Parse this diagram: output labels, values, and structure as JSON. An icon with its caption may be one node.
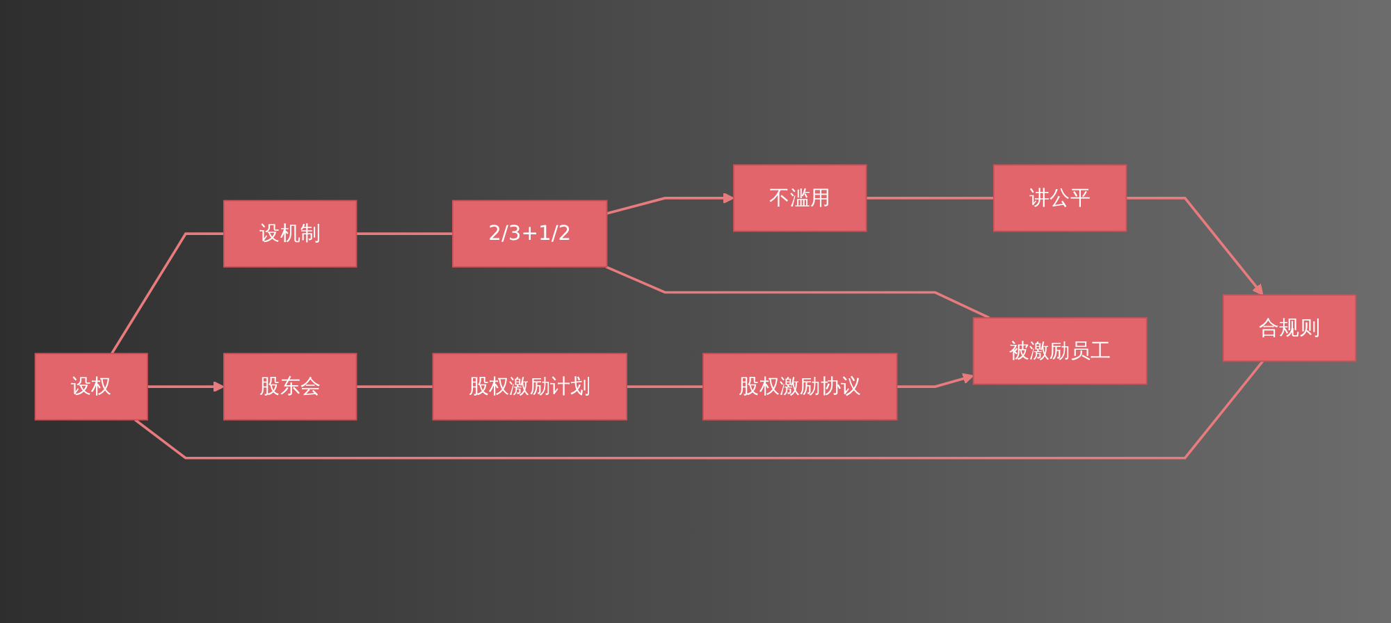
{
  "diagram": {
    "nodes": [
      {
        "text": [
          "合规则"
        ]
      },
      {
        "text": [
          "讲公平"
        ]
      },
      {
        "text": [
          "不滥用"
        ]
      },
      {
        "text": [
          "设权"
        ]
      },
      {
        "text": [
          "设机制"
        ]
      },
      {
        "text": [
          "2/3+1/2"
        ]
      },
      {
        "text": [
          "股东会"
        ]
      },
      {
        "text": [
          "股权激励计划"
        ]
      },
      {
        "text": [
          "股权激励协议"
        ]
      },
      {
        "text": [
          "被激励员工"
        ]
      }
    ],
    "edges": [
      {
        "from": 1,
        "to": 0,
        "arrow": "to"
      },
      {
        "from": 2,
        "to": 1,
        "arrow": "none"
      },
      {
        "from": 3,
        "to": 0,
        "arrow": "none"
      },
      {
        "from": 3,
        "to": 6,
        "arrow": "to"
      },
      {
        "from": 3,
        "to": 4,
        "arrow": "none"
      },
      {
        "from": 4,
        "to": 5,
        "arrow": "none"
      },
      {
        "from": 5,
        "to": 2,
        "arrow": "to"
      },
      {
        "from": 5,
        "to": 9,
        "arrow": "none"
      },
      {
        "from": 6,
        "to": 7,
        "arrow": "none"
      },
      {
        "from": 7,
        "to": 8,
        "arrow": "none"
      },
      {
        "from": 8,
        "to": 9,
        "arrow": "to"
      }
    ]
  }
}
